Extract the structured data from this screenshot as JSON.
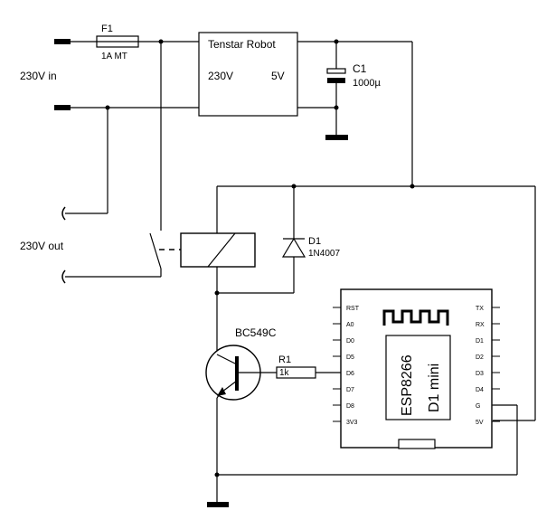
{
  "labels": {
    "input": "230V in",
    "output": "230V out",
    "fuse_ref": "F1",
    "fuse_value": "1A MT",
    "psu_title": "Tenstar Robot",
    "psu_in": "230V",
    "psu_out": "5V",
    "cap_ref": "C1",
    "cap_value": "1000µ",
    "diode_ref": "D1",
    "diode_value": "1N4007",
    "transistor": "BC549C",
    "resistor_ref": "R1",
    "resistor_value": "1k",
    "module_line1": "ESP8266",
    "module_line2": "D1 mini"
  },
  "module_pins": {
    "left": [
      "RST",
      "A0",
      "D0",
      "D5",
      "D6",
      "D7",
      "D8",
      "3V3"
    ],
    "right": [
      "TX",
      "RX",
      "D1",
      "D2",
      "D3",
      "D4",
      "G",
      "5V"
    ]
  }
}
